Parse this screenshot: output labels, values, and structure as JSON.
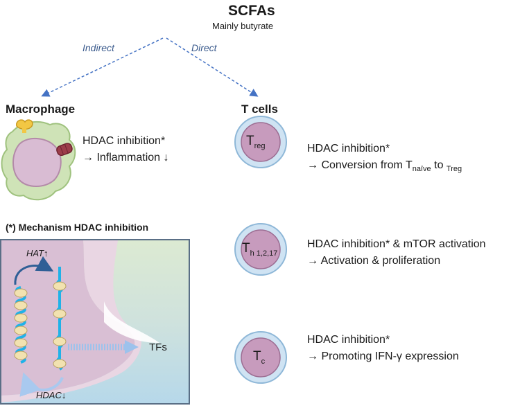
{
  "title": "SCFAs",
  "subtitle": "Mainly butyrate",
  "branches": {
    "left": "Indirect",
    "right": "Direct"
  },
  "macrophage": {
    "heading": "Macrophage",
    "line1": "HDAC inhibition*",
    "line2": "→ Inflammation ↓"
  },
  "tcells": {
    "heading": "T cells",
    "treg": {
      "cell_main": "T",
      "cell_sub": "reg",
      "line1": "HDAC inhibition*",
      "line2_prefix": "→ Conversion from T",
      "line2_sub1": "naïve",
      "line2_mid": " to ",
      "line2_sub2": "Treg"
    },
    "th": {
      "cell_main": "T",
      "cell_sub": "h 1,2,17",
      "line1": "HDAC inhibition* & mTOR activation",
      "line2": "→ Activation & proliferation"
    },
    "tc": {
      "cell_main": "T",
      "cell_sub": "c",
      "line1": "HDAC inhibition*",
      "line2": "→ Promoting IFN-γ expression"
    }
  },
  "mechanism": {
    "title": "(*) Mechanism HDAC inhibition",
    "hat": "HAT↑",
    "hdac": "HDAC↓",
    "tfs": "TFs"
  }
}
